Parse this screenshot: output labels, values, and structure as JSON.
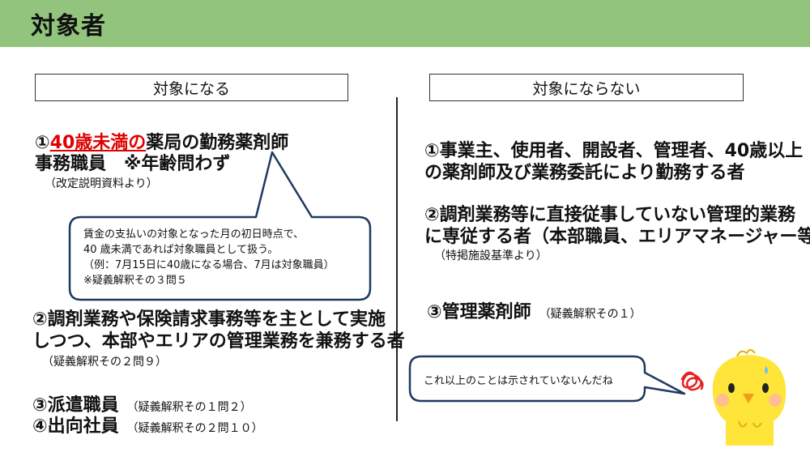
{
  "header": {
    "title": "対象者"
  },
  "left": {
    "box_label": "対象になる",
    "item1": {
      "prefix": "①",
      "highlight": "40歳未満の",
      "rest": "薬局の勤務薬剤師",
      "line2": "事務職員　※年齢問わず",
      "source": "（改定説明資料より）"
    },
    "note": [
      "賃金の支払いの対象となった月の初日時点で、",
      "40 歳未満であれば対象職員として扱う。",
      "（例：7月15日に40歳になる場合、7月は対象職員）",
      "※疑義解釈その３問５"
    ],
    "item2": {
      "line1": "②調剤業務や保険請求事務等を主として実施",
      "line2": "しつつ、本部やエリアの管理業務を兼務する者",
      "source": "（疑義解釈その２問９）"
    },
    "item3": {
      "label": "③派遣職員",
      "source": "（疑義解釈その１問２）"
    },
    "item4": {
      "label": "④出向社員",
      "source": "（疑義解釈その２問１０）"
    }
  },
  "right": {
    "box_label": "対象にならない",
    "item1": {
      "line1": "①事業主、使用者、開設者、管理者、40歳以上",
      "line2": "の薬剤師及び業務委託により勤務する者"
    },
    "item2": {
      "line1": "②調剤業務等に直接従事していない管理的業務",
      "line2": "に専従する者（本部職員、エリアマネージャー等）",
      "source": "（特掲施設基準より）"
    },
    "item3": {
      "label": "③管理薬剤師",
      "source": "（疑義解釈その１）"
    },
    "bubble": "これ以上のことは示されていないんだね"
  },
  "colors": {
    "header": "#93c47d",
    "callout_border": "#1f3a5f",
    "highlight": "#e00000",
    "chick": "#ffe43a"
  }
}
